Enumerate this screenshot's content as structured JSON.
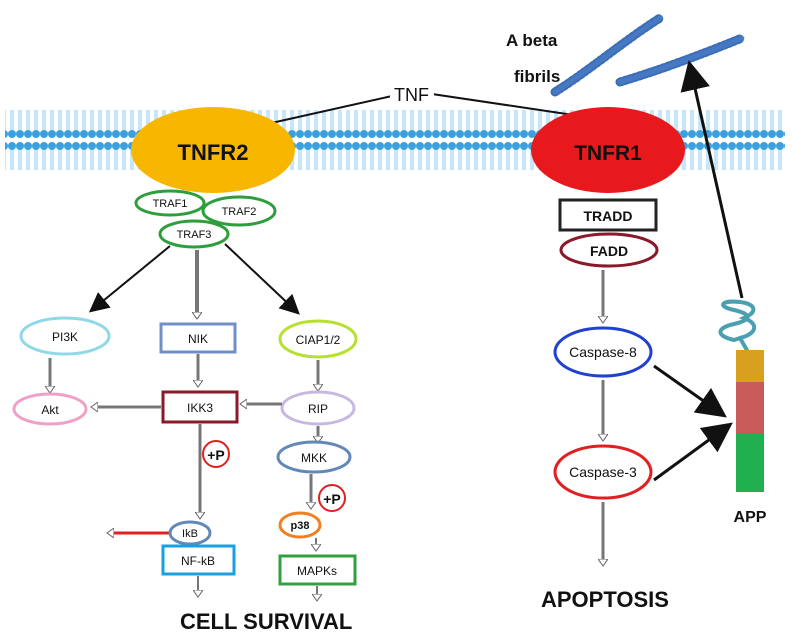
{
  "labels": {
    "tnf": "TNF",
    "a_beta_line1": "A beta",
    "a_beta_line2": "fibrils",
    "tnfr2": "TNFR2",
    "tnfr1": "TNFR1",
    "traf1": "TRAF1",
    "traf2": "TRAF2",
    "traf3": "TRAF3",
    "pi3k": "PI3K",
    "nik": "NIK",
    "ciap": "CIAP1/2",
    "akt": "Akt",
    "ikk3": "IKK3",
    "rip": "RIP",
    "mkk": "MKK",
    "plus_p_1": "+P",
    "plus_p_2": "+P",
    "ikb": "IkB",
    "nfkb": "NF-kB",
    "p38": "p38",
    "mapks": "MAPKs",
    "cell_survival": "CELL SURVIVAL",
    "tradd": "TRADD",
    "fadd": "FADD",
    "caspase8": "Caspase-8",
    "caspase3": "Caspase-3",
    "apoptosis": "APOPTOSIS",
    "app": "APP"
  },
  "colors": {
    "membrane": "#3aa0e0",
    "membrane_light": "#9fd4f5",
    "tnfr2": "#f7b700",
    "tnfr1": "#e8191c",
    "traf_border": "#2e9e3c",
    "pi3k_border": "#8fd8e8",
    "nik_border": "#6f8fc8",
    "ciap_border": "#b8e030",
    "akt_border": "#f0a0c8",
    "ikk3_border": "#8a1a2a",
    "rip_border": "#c8b8e0",
    "mkk_border": "#6088b8",
    "plus_p_border": "#e02020",
    "ikb_border": "#6088b8",
    "nfkb_border": "#1aa0e0",
    "p38_border": "#f08020",
    "mapks_border": "#30a040",
    "tradd_border": "#222222",
    "fadd_border": "#8a1a2a",
    "caspase8_border": "#2040d0",
    "caspase3_border": "#e02020",
    "fibril": "#3a6db8",
    "app_helix": "#4aa0b0",
    "app_top": "#d9a020",
    "app_middle": "#c85a5a",
    "app_bottom": "#20b050"
  }
}
